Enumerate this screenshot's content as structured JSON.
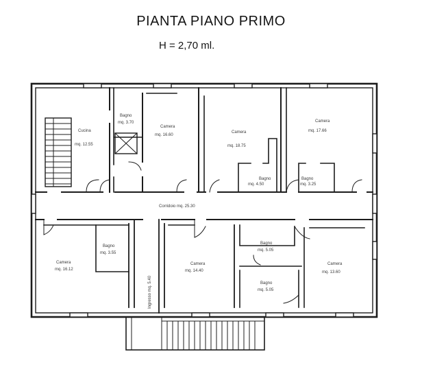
{
  "title": "PIANTA PIANO PRIMO",
  "height_note": "H = 2,70 ml.",
  "rooms": {
    "kitchen": {
      "name": "Cucina",
      "area": "mq. 12.55"
    },
    "bath_top": {
      "name": "Bagno",
      "area": "mq. 3.70"
    },
    "room_1": {
      "name": "Camera",
      "area": "mq. 16.60"
    },
    "room_2": {
      "name": "Camera",
      "area": "mq. 18.75"
    },
    "bath_2": {
      "name": "Bagno",
      "area": "mq. 4.50"
    },
    "room_3": {
      "name": "Camera",
      "area": "mq. 17.66"
    },
    "bath_3": {
      "name": "Bagno",
      "area": "mq. 3.25"
    },
    "corridor": {
      "label": "Corridoio mq. 25.30"
    },
    "room_4": {
      "name": "Camera",
      "area": "mq. 16.12"
    },
    "bath_4": {
      "name": "Bagno",
      "area": "mq. 3.55"
    },
    "stair_hall": {
      "label": "Ingresso mq. 5.40"
    },
    "room_5": {
      "name": "Camera",
      "area": "mq. 14.40"
    },
    "bath_5": {
      "name": "Bagno",
      "area": "mq. 5.05"
    },
    "bath_6": {
      "name": "Bagno",
      "area": "mq. 5.05"
    },
    "room_6": {
      "name": "Camera",
      "area": "mq. 13.60"
    }
  }
}
